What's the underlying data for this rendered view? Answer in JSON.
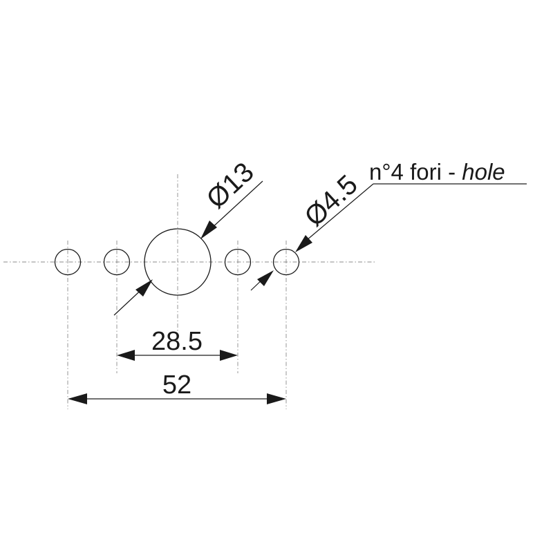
{
  "drawing": {
    "small_hole_diameter_label": "Ø4.5",
    "large_hole_diameter_label": "Ø13",
    "hole_note_prefix": "n°4 fori - ",
    "hole_note_italic": "hole",
    "inner_spacing_label": "28.5",
    "outer_spacing_label": "52",
    "line_color": "#1a1a1a",
    "center_line_color": "#8a8a8a"
  }
}
